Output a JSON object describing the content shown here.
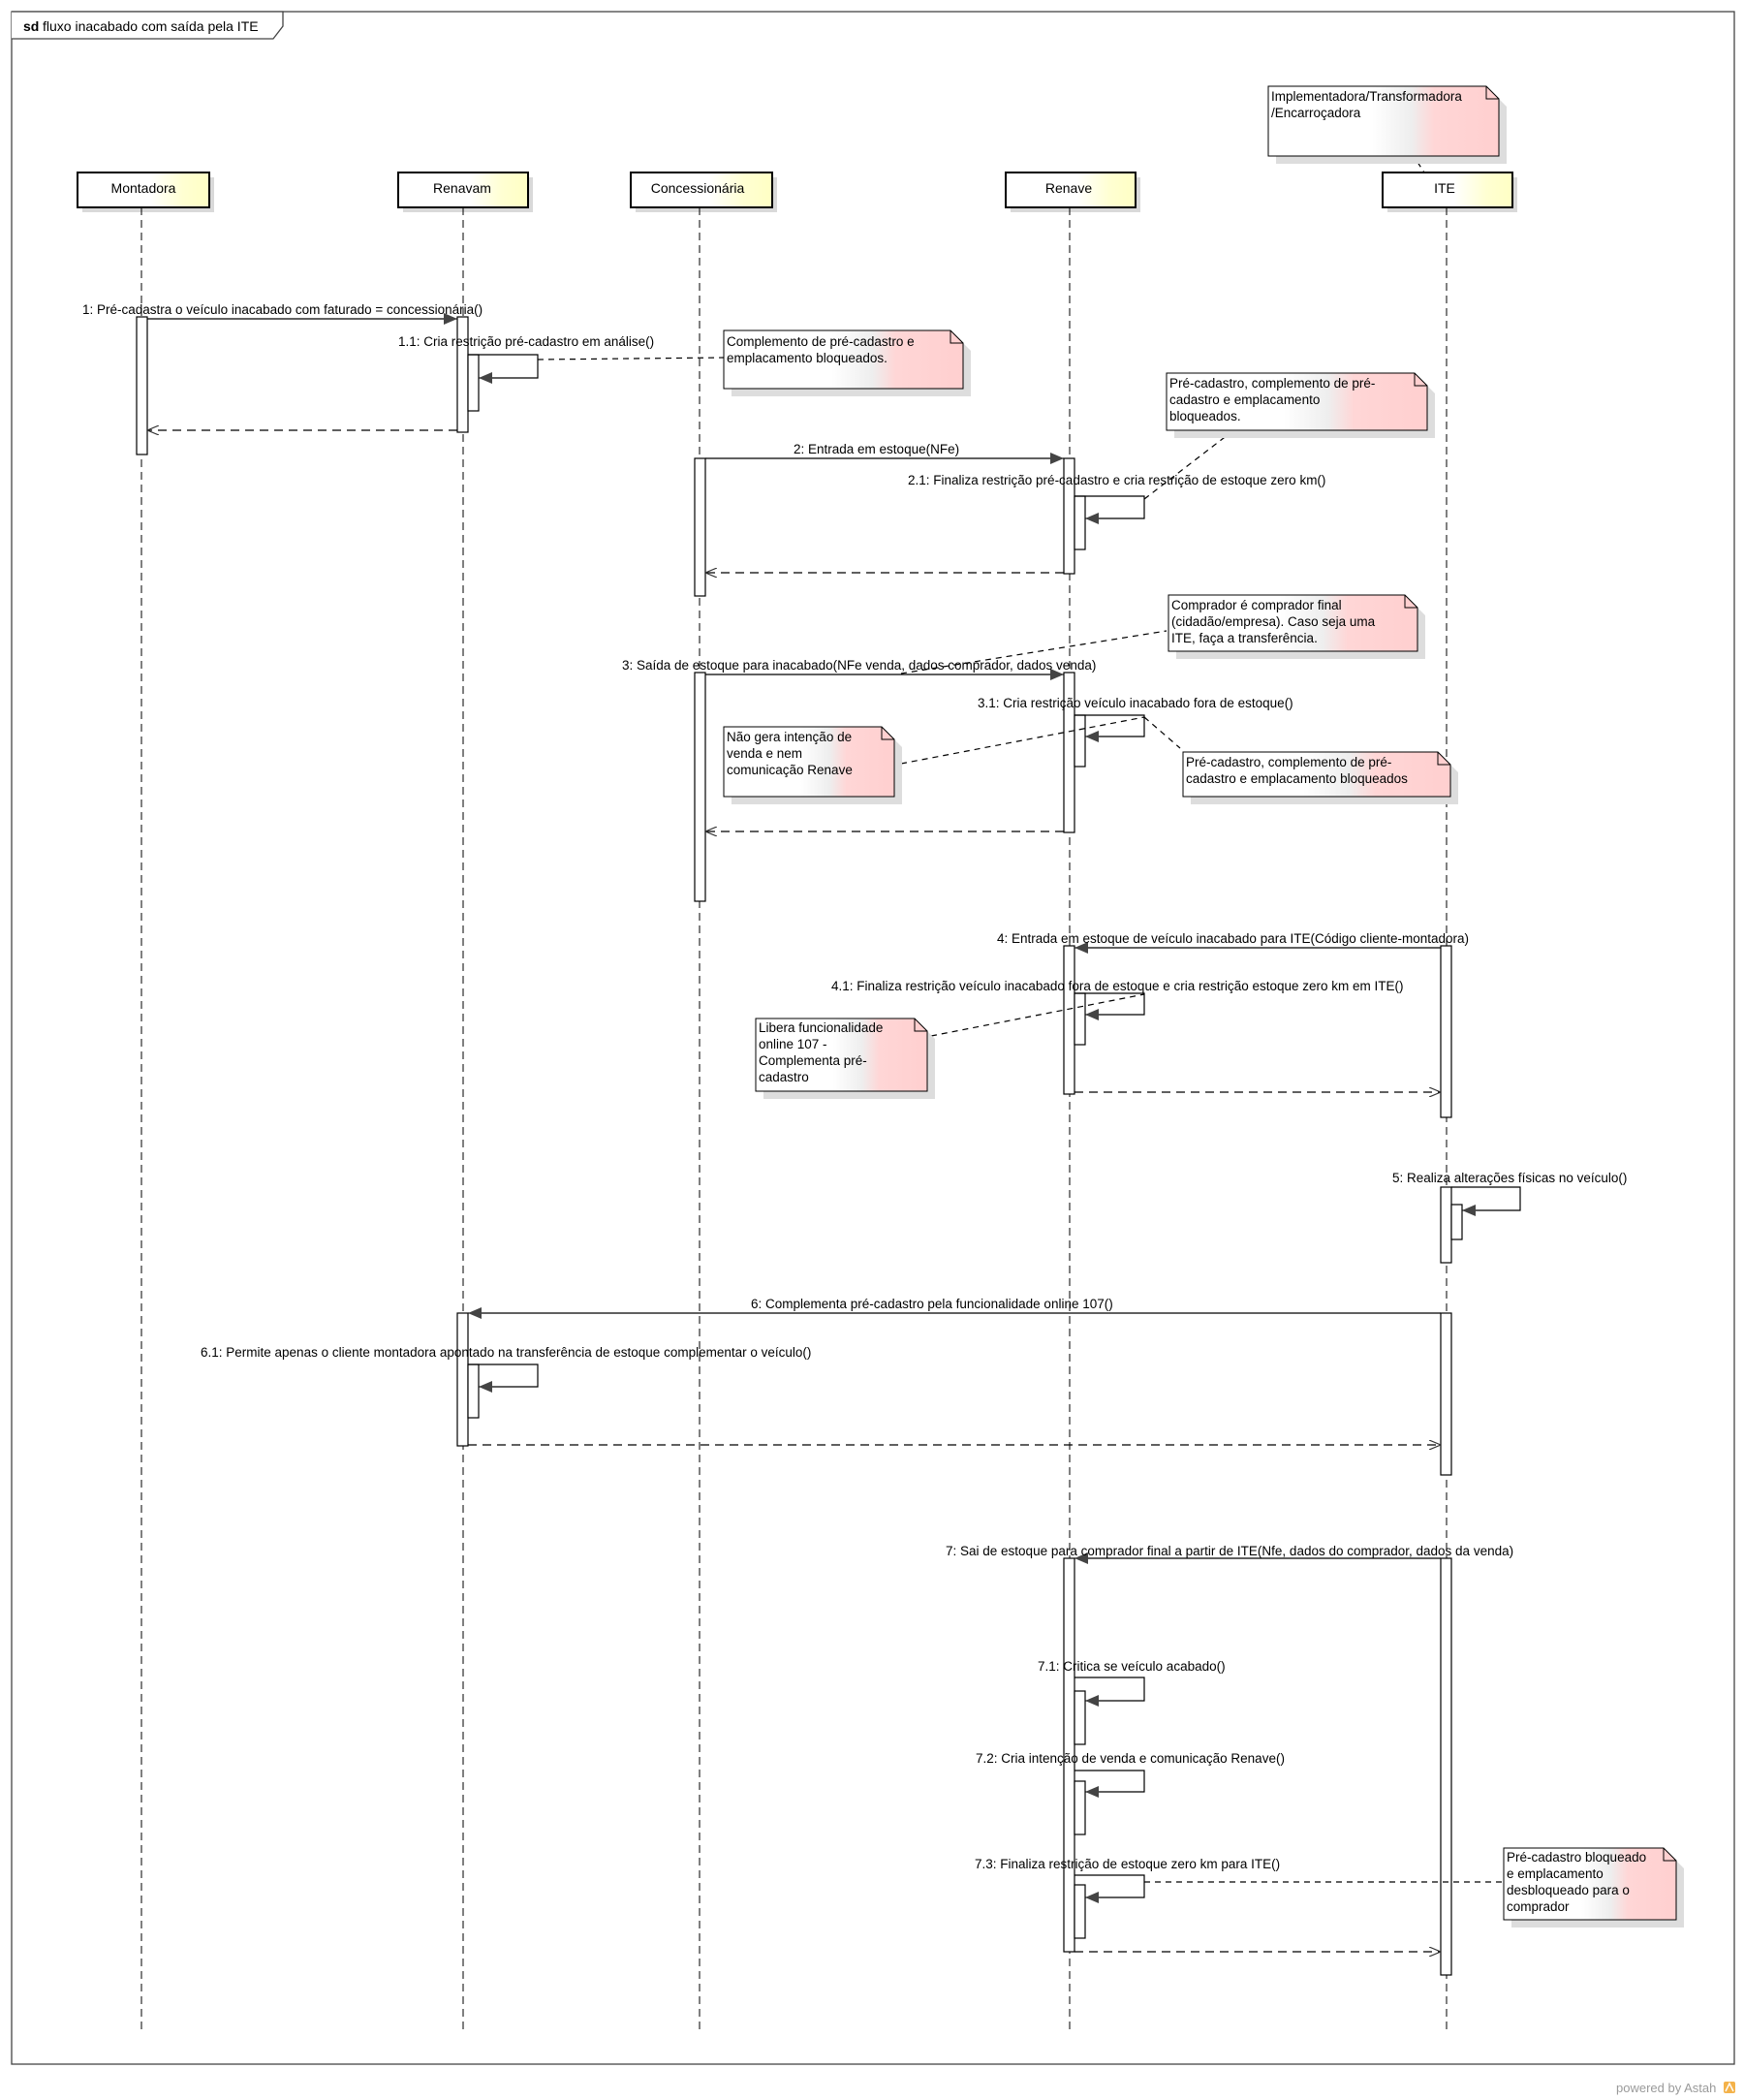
{
  "frame": {
    "keyword": "sd",
    "title": "fluxo inacabado com saída pela ITE"
  },
  "lifelines": [
    {
      "id": "montadora",
      "label": "Montadora"
    },
    {
      "id": "renavam",
      "label": "Renavam"
    },
    {
      "id": "concessionaria",
      "label": "Concessionária"
    },
    {
      "id": "renave",
      "label": "Renave"
    },
    {
      "id": "ite",
      "label": "ITE"
    }
  ],
  "messages": [
    {
      "id": "m1",
      "label": "1: Pré-cadastra o veículo inacabado com faturado = concessionária()"
    },
    {
      "id": "m1_1",
      "label": "1.1: Cria restrição pré-cadastro em análise()"
    },
    {
      "id": "m2",
      "label": "2: Entrada em estoque(NFe)"
    },
    {
      "id": "m2_1",
      "label": "2.1: Finaliza restrição pré-cadastro e cria restrição de estoque zero km()"
    },
    {
      "id": "m3",
      "label": "3: Saída de estoque para inacabado(NFe venda, dados comprador, dados venda)"
    },
    {
      "id": "m3_1",
      "label": "3.1: Cria restrição veículo inacabado fora de estoque()"
    },
    {
      "id": "m4",
      "label": "4: Entrada em estoque de veículo inacabado para ITE(Código cliente-montadora)"
    },
    {
      "id": "m4_1",
      "label": "4.1: Finaliza restrição veículo inacabado fora de estoque e cria restrição estoque zero km em ITE()"
    },
    {
      "id": "m5",
      "label": "5: Realiza alterações físicas no veículo()"
    },
    {
      "id": "m6",
      "label": "6: Complementa pré-cadastro pela funcionalidade online 107()"
    },
    {
      "id": "m6_1",
      "label": "6.1: Permite apenas o cliente montadora apontado na transferência de estoque complementar o veículo()"
    },
    {
      "id": "m7",
      "label": "7: Sai de estoque para comprador final a partir de ITE(Nfe, dados do comprador, dados da venda)"
    },
    {
      "id": "m7_1",
      "label": "7.1: Critica se veículo acabado()"
    },
    {
      "id": "m7_2",
      "label": "7.2: Cria intenção de venda e comunicação Renave()"
    },
    {
      "id": "m7_3",
      "label": "7.3: Finaliza restrição de estoque zero km para ITE()"
    }
  ],
  "notes": [
    {
      "id": "n_ite",
      "lines": [
        "Implementadora/Transformadora",
        "/Encarroçadora"
      ]
    },
    {
      "id": "n1",
      "lines": [
        "Complemento de pré-cadastro e",
        "emplacamento bloqueados."
      ]
    },
    {
      "id": "n2",
      "lines": [
        "Pré-cadastro, complemento de pré-",
        "cadastro e emplacamento",
        "bloqueados."
      ]
    },
    {
      "id": "n3",
      "lines": [
        "Comprador é comprador final",
        "(cidadão/empresa). Caso seja uma",
        "ITE, faça a transferência."
      ]
    },
    {
      "id": "n4",
      "lines": [
        "Não gera intenção de",
        "venda e nem",
        "comunicação Renave"
      ]
    },
    {
      "id": "n5",
      "lines": [
        "Pré-cadastro, complemento de pré-",
        "cadastro e emplacamento bloqueados"
      ]
    },
    {
      "id": "n6",
      "lines": [
        "Libera funcionalidade",
        "online 107 -",
        "Complementa pré-",
        "cadastro"
      ]
    },
    {
      "id": "n7",
      "lines": [
        "Pré-cadastro bloqueado",
        "e emplacamento",
        "desbloqueado para o",
        "comprador"
      ]
    }
  ],
  "footer": {
    "text": "powered by Astah"
  },
  "colors": {
    "lifeline_fill": "#ffffcc",
    "note_fill": "#ffd6d6",
    "line": "#000000"
  }
}
